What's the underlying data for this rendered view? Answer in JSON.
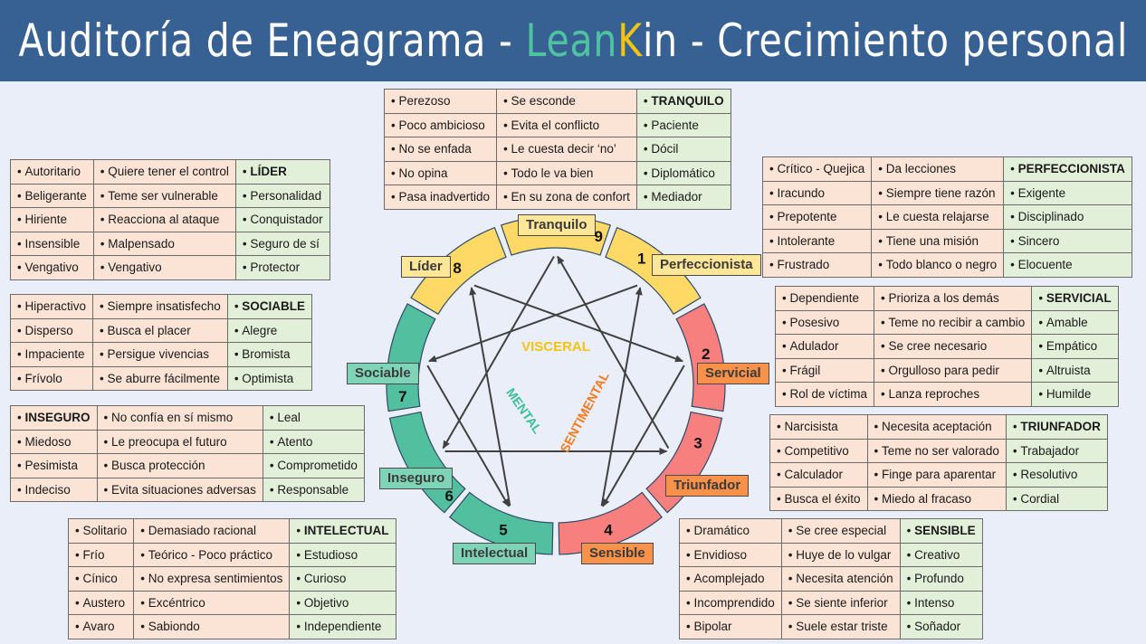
{
  "header": {
    "title_prefix": "Auditoría de Eneagrama - ",
    "brand_lean": "Lean",
    "brand_k": "K",
    "brand_in": "in",
    "title_suffix": " - Crecimiento personal"
  },
  "colors": {
    "header_bg": "#386193",
    "visceral": "#ffd966",
    "mental": "#52bf9e",
    "sentimental": "#f7807f",
    "label_orange": "#f8924a",
    "negative_cell": "#fbe3d6",
    "positive_cell": "#e2f0d9"
  },
  "centers": {
    "visceral": "VISCERAL",
    "mental": "MENTAL",
    "sentimental": "SENTIMENTAL"
  },
  "types": [
    {
      "number": "1",
      "label": "Perfeccionista"
    },
    {
      "number": "2",
      "label": "Servicial"
    },
    {
      "number": "3",
      "label": "Triunfador"
    },
    {
      "number": "4",
      "label": "Sensible"
    },
    {
      "number": "5",
      "label": "Intelectual"
    },
    {
      "number": "6",
      "label": "Inseguro"
    },
    {
      "number": "7",
      "label": "Sociable"
    },
    {
      "number": "8",
      "label": "Líder"
    },
    {
      "number": "9",
      "label": "Tranquilo"
    }
  ],
  "tables": {
    "t9": {
      "rows": [
        [
          "Perezoso",
          "Se esconde",
          "TRANQUILO"
        ],
        [
          "Poco ambicioso",
          "Evita el conflicto",
          "Paciente"
        ],
        [
          "No se enfada",
          "Le cuesta decir ‘no’",
          "Dócil"
        ],
        [
          "No opina",
          "Todo le va bien",
          "Diplomático"
        ],
        [
          "Pasa inadvertido",
          "En su zona de confort",
          "Mediador"
        ]
      ]
    },
    "t8": {
      "rows": [
        [
          "Autoritario",
          "Quiere tener el control",
          "LÍDER"
        ],
        [
          "Beligerante",
          "Teme ser vulnerable",
          "Personalidad"
        ],
        [
          "Hiriente",
          "Reacciona al ataque",
          "Conquistador"
        ],
        [
          "Insensible",
          "Malpensado",
          "Seguro de sí"
        ],
        [
          "Vengativo",
          "Vengativo",
          "Protector"
        ]
      ]
    },
    "t1": {
      "rows": [
        [
          "Crítico - Quejica",
          "Da lecciones",
          "PERFECCIONISTA"
        ],
        [
          "Iracundo",
          "Siempre tiene razón",
          "Exigente"
        ],
        [
          "Prepotente",
          "Le cuesta relajarse",
          "Disciplinado"
        ],
        [
          "Intolerante",
          "Tiene una misión",
          "Sincero"
        ],
        [
          "Frustrado",
          "Todo blanco o negro",
          "Elocuente"
        ]
      ]
    },
    "t7": {
      "rows": [
        [
          "Hiperactivo",
          "Siempre insatisfecho",
          "SOCIABLE"
        ],
        [
          "Disperso",
          "Busca el placer",
          "Alegre"
        ],
        [
          "Impaciente",
          "Persigue vivencias",
          "Bromista"
        ],
        [
          "Frívolo",
          "Se aburre fácilmente",
          "Optimista"
        ]
      ]
    },
    "t2": {
      "rows": [
        [
          "Dependiente",
          "Prioriza a los demás",
          "SERVICIAL"
        ],
        [
          "Posesivo",
          "Teme no recibir a cambio",
          "Amable"
        ],
        [
          "Adulador",
          "Se cree necesario",
          "Empático"
        ],
        [
          "Frágil",
          "Orgulloso para pedir",
          "Altruista"
        ],
        [
          "Rol de víctima",
          "Lanza reproches",
          "Humilde"
        ]
      ]
    },
    "t6": {
      "rows": [
        [
          "INSEGURO",
          "No confía en sí mismo",
          "Leal"
        ],
        [
          "Miedoso",
          "Le preocupa el futuro",
          "Atento"
        ],
        [
          "Pesimista",
          "Busca protección",
          "Comprometido"
        ],
        [
          "Indeciso",
          "Evita situaciones adversas",
          "Responsable"
        ]
      ]
    },
    "t3": {
      "rows": [
        [
          "Narcisista",
          "Necesita aceptación",
          "TRIUNFADOR"
        ],
        [
          "Competitivo",
          "Teme no ser valorado",
          "Trabajador"
        ],
        [
          "Calculador",
          "Finge para aparentar",
          "Resolutivo"
        ],
        [
          "Busca el éxito",
          "Miedo al fracaso",
          "Cordial"
        ]
      ]
    },
    "t5": {
      "rows": [
        [
          "Solitario",
          "Demasiado racional",
          "INTELECTUAL"
        ],
        [
          "Frío",
          "Teórico - Poco práctico",
          "Estudioso"
        ],
        [
          "Cínico",
          "No expresa sentimientos",
          "Curioso"
        ],
        [
          "Austero",
          "Excéntrico",
          "Objetivo"
        ],
        [
          "Avaro",
          "Sabiondo",
          "Independiente"
        ]
      ]
    },
    "t4": {
      "rows": [
        [
          "Dramático",
          "Se cree especial",
          "SENSIBLE"
        ],
        [
          "Envidioso",
          "Huye de lo vulgar",
          "Creativo"
        ],
        [
          "Acomplejado",
          "Necesita atención",
          "Profundo"
        ],
        [
          "Incomprendido",
          "Se siente inferior",
          "Intenso"
        ],
        [
          "Bipolar",
          "Suele estar triste",
          "Soñador"
        ]
      ]
    }
  },
  "arrows": [
    {
      "from": "1",
      "to": "7"
    },
    {
      "from": "7",
      "to": "5"
    },
    {
      "from": "5",
      "to": "8"
    },
    {
      "from": "8",
      "to": "2"
    },
    {
      "from": "2",
      "to": "4"
    },
    {
      "from": "4",
      "to": "1"
    },
    {
      "from": "3",
      "to": "9"
    },
    {
      "from": "9",
      "to": "6"
    },
    {
      "from": "6",
      "to": "3"
    }
  ]
}
